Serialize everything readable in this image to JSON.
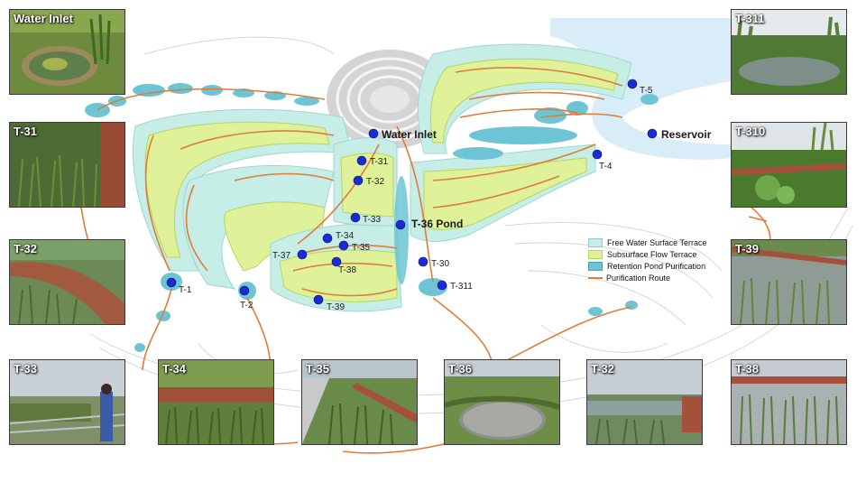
{
  "map": {
    "point_labels": {
      "water_inlet": "Water Inlet",
      "reservoir": "Reservoir",
      "t31": "T-31",
      "t32": "T-32",
      "t33": "T-33",
      "t34": "T-34",
      "t35": "T-35",
      "t36_pond": "T-36 Pond",
      "t37": "T-37",
      "t38": "T-38",
      "t39": "T-39",
      "t30": "T-30",
      "t311": "T-311",
      "t1": "T-1",
      "t2": "T-2",
      "t4": "T-4",
      "t5": "T-5"
    },
    "colors": {
      "free_water": "#c6ede6",
      "subsurface": "#dff29a",
      "retention": "#6cc4d4",
      "route": "#e07b39",
      "reservoir_water": "#d9edf8",
      "marker": "#1a2bd6"
    }
  },
  "legend": {
    "items": [
      {
        "label": "Free Water Surface Terrace",
        "kind": "free_water"
      },
      {
        "label": "Subsurface Flow Terrace",
        "kind": "subsurface"
      },
      {
        "label": "Retention Pond Purification",
        "kind": "retention"
      },
      {
        "label": "Purification Route",
        "kind": "route"
      }
    ]
  },
  "photos": {
    "water_inlet": "Water Inlet",
    "t31": "T-31",
    "t32_left": "T-32",
    "t33": "T-33",
    "t34": "T-34",
    "t35": "T-35",
    "t36": "T-36",
    "t32_bottom": "T-32",
    "t38": "T-38",
    "t39": "T-39",
    "t310": "T-310",
    "t311": "T-311"
  }
}
